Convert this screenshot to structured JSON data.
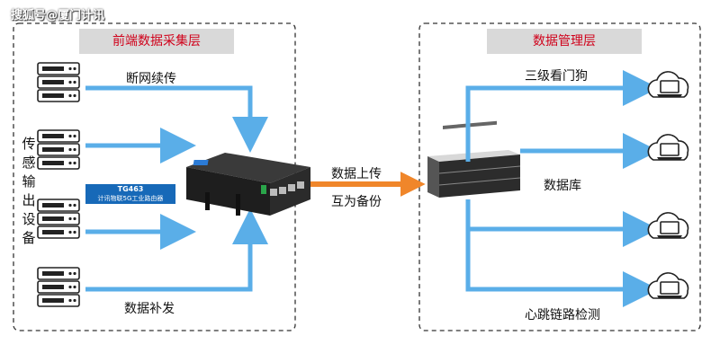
{
  "watermark": "搜狐号@厦门计讯",
  "left_panel": {
    "title": "前端数据采集层"
  },
  "right_panel": {
    "title": "数据管理层"
  },
  "sensor_label": "传感输出设备",
  "router": {
    "model": "TG463",
    "desc": "计讯物联5G工业路由器"
  },
  "labels": {
    "resume": "断网续传",
    "supplement": "数据补发",
    "upload": "数据上传",
    "backup": "互为备份",
    "watchdog": "三级看门狗",
    "database": "数据库",
    "heartbeat": "心跳链路检测"
  },
  "colors": {
    "arrow": "#5aaee8",
    "main_arrow": "#f0862a",
    "title_text": "#d0021b",
    "panel_bg": "#d9d9d9"
  },
  "icons": [
    "server-stack-icon",
    "router-icon",
    "rack-server-icon",
    "laptop-cloud-icon"
  ]
}
